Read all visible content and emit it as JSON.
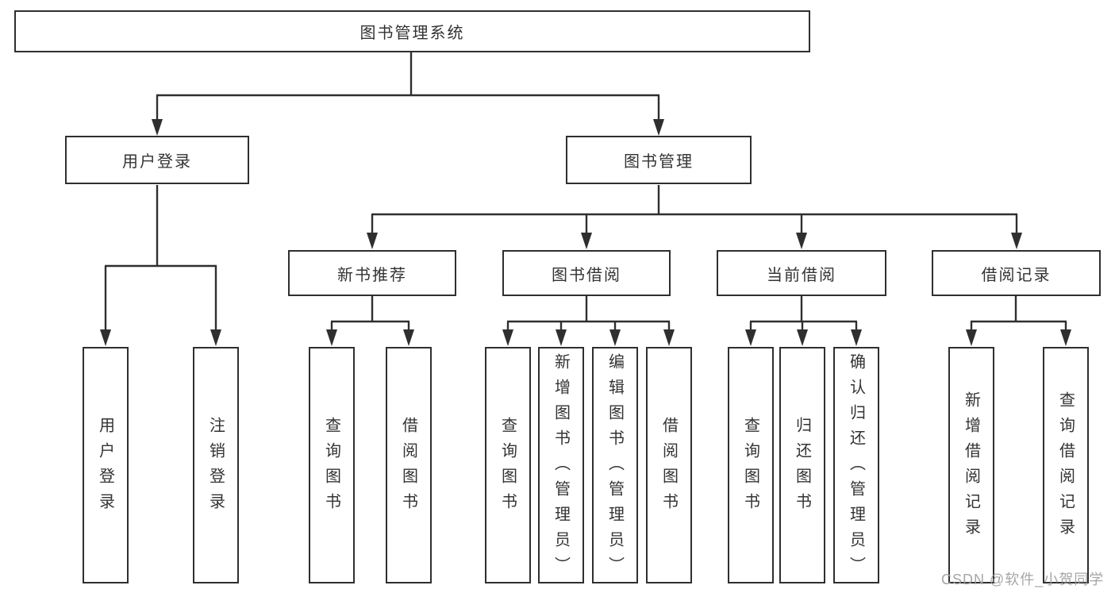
{
  "tree": {
    "root": {
      "label": "图书管理系统",
      "children": [
        {
          "label": "用户登录",
          "children": [
            {
              "label": "用户登录"
            },
            {
              "label": "注销登录"
            }
          ]
        },
        {
          "label": "图书管理",
          "children": [
            {
              "label": "新书推荐",
              "children": [
                {
                  "label": "查询图书"
                },
                {
                  "label": "借阅图书"
                }
              ]
            },
            {
              "label": "图书借阅",
              "children": [
                {
                  "label": "查询图书"
                },
                {
                  "label": "新增图书（管理员）"
                },
                {
                  "label": "编辑图书（管理员）"
                },
                {
                  "label": "借阅图书"
                }
              ]
            },
            {
              "label": "当前借阅",
              "children": [
                {
                  "label": "查询图书"
                },
                {
                  "label": "归还图书"
                },
                {
                  "label": "确认归还（管理员）"
                }
              ]
            },
            {
              "label": "借阅记录",
              "children": [
                {
                  "label": "新增借阅记录"
                },
                {
                  "label": "查询借阅记录"
                }
              ]
            }
          ]
        }
      ]
    }
  },
  "watermark": {
    "text": "CSDN @软件_小贺同学"
  },
  "colors": {
    "line": "#2f2f2f",
    "box_border": "#2f2f2f",
    "box_fill": "#ffffff",
    "text": "#333333",
    "watermark": "#9e9e9e",
    "background": "#ffffff"
  }
}
